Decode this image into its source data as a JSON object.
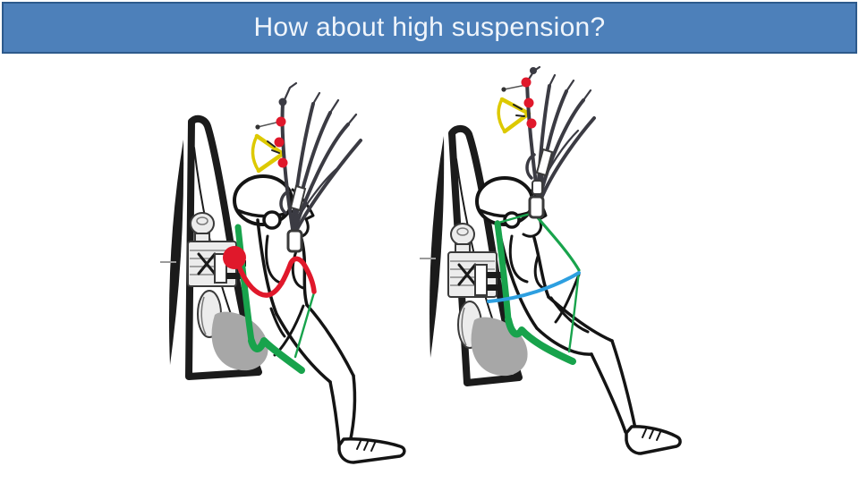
{
  "title_bar": {
    "text": "How about high suspension?"
  },
  "colors": {
    "slide-bg": "#ffffff",
    "title-fill": "#4d80ba",
    "title-border": "#2d5a8c",
    "title-text": "#f0f5fb",
    "ink": "#141414",
    "cage": "#1b1b1b",
    "riser": "#3b3b43",
    "green": "#18a34c",
    "red": "#e0182b",
    "blue": "#2d9fe0",
    "yellow": "#ddc900",
    "seat": "#a7a7a7"
  },
  "figures": {
    "left": {
      "name": "pilot-shoulder-level-hang-point"
    },
    "right": {
      "name": "pilot-high-hang-point"
    }
  }
}
